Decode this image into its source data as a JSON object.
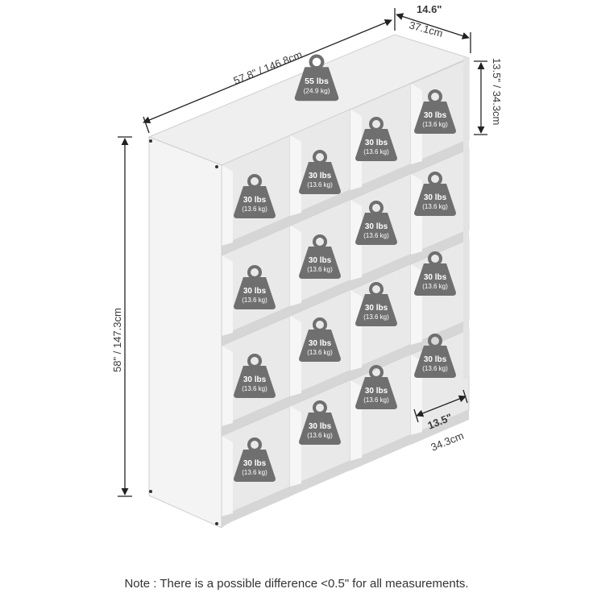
{
  "dimensions": {
    "width": "57.8\" / 146.8cm",
    "depth_in": "14.6\"",
    "depth_cm": "37.1cm",
    "height": "58\" / 147.3cm",
    "cube_height": "13.5\" / 34.3cm",
    "cube_width_in": "13.5\"",
    "cube_width_cm": "34.3cm"
  },
  "top_load": {
    "lbs": "55 lbs",
    "kg": "(24.9 kg)"
  },
  "cube_load": {
    "lbs": "30 lbs",
    "kg": "(13.6 kg)"
  },
  "note": "Note : There is a possible difference <0.5\" for all measurements.",
  "colors": {
    "panel": "#ececec",
    "shadow": "#cfcfcf",
    "weight": "#6f6f6f",
    "line": "#222222"
  }
}
